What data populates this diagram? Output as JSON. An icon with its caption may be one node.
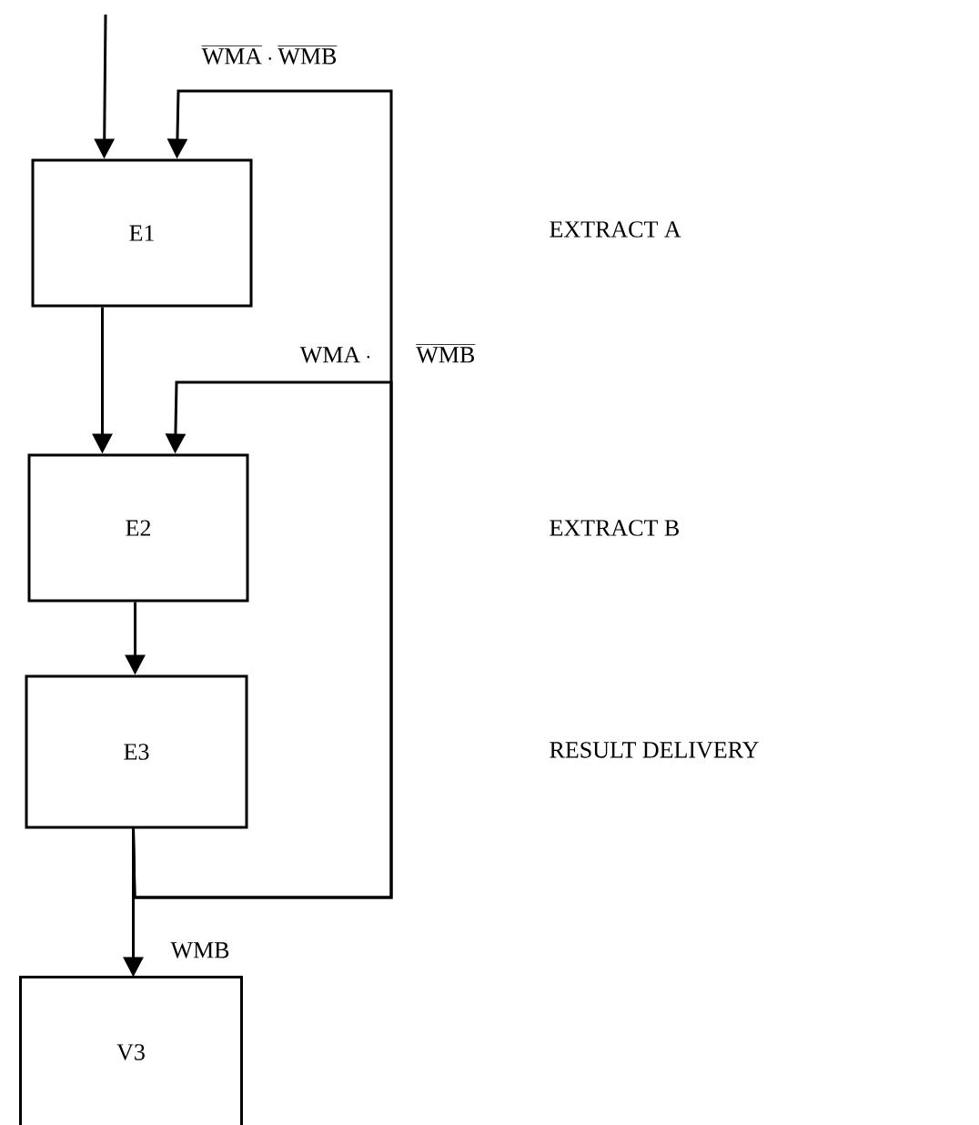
{
  "diagram": {
    "nodes": [
      {
        "text": [
          "E1"
        ]
      },
      {
        "text": [
          "E2"
        ]
      },
      {
        "text": [
          "E3"
        ]
      },
      {
        "text": [
          "V3"
        ]
      }
    ],
    "edges": [
      {
        "from": null,
        "to": 0,
        "arrow": "to"
      },
      {
        "from": 2,
        "to": 0,
        "arrow": "to",
        "label": "\\overline{\\mathrm{WMA}}\\cdot\\overline{\\mathrm{WMB}}"
      },
      {
        "from": 0,
        "to": 1,
        "arrow": "to"
      },
      {
        "from": 2,
        "to": 1,
        "arrow": "to",
        "label": "\\mathrm{WMA}\\cdot\\hspace{22pt}\\overline{\\mathrm{WMB}}"
      },
      {
        "from": 1,
        "to": 2,
        "arrow": "to"
      },
      {
        "from": 2,
        "to": 3,
        "arrow": "to",
        "label": "\\mathrm{WMB}"
      }
    ],
    "labels": [
      "EXTRACT A",
      "EXTRACT B",
      "RESULT DELIVERY"
    ]
  }
}
